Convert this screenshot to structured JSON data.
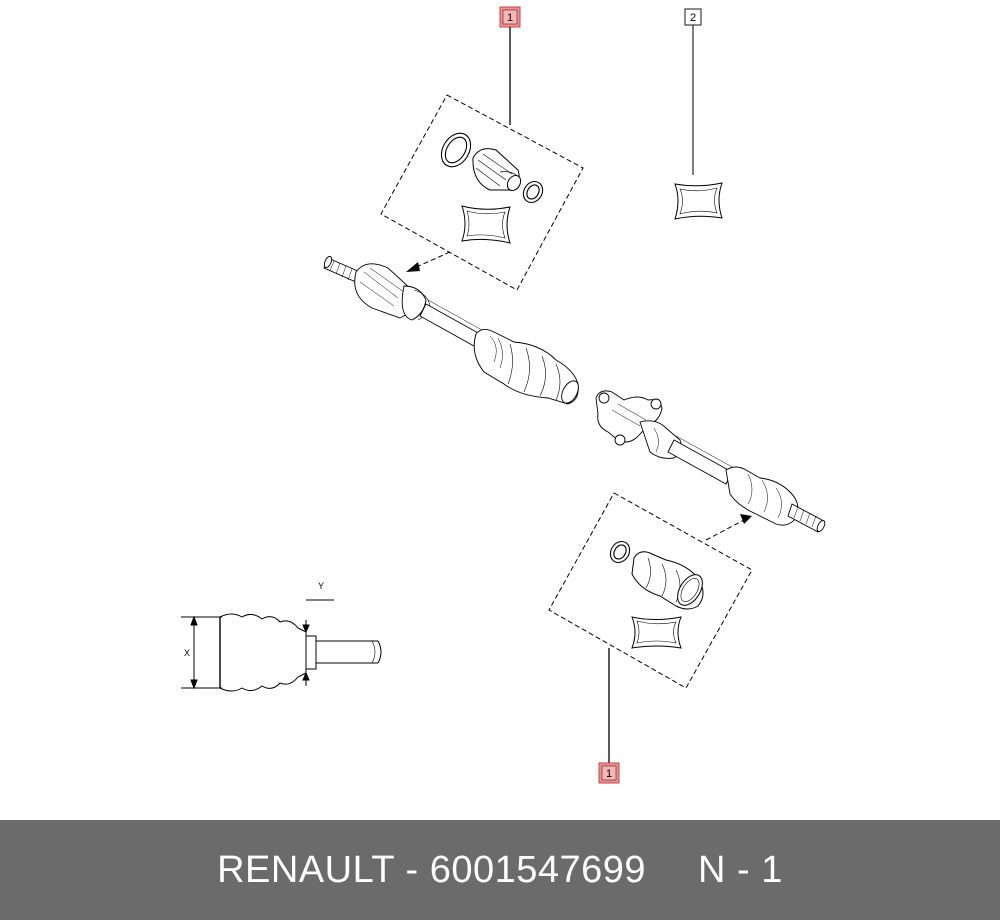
{
  "callouts": [
    {
      "label": "1",
      "highlighted": true
    },
    {
      "label": "2",
      "highlighted": false
    },
    {
      "label": "1",
      "highlighted": true
    }
  ],
  "dimension_labels": {
    "x": "X",
    "y": "Y"
  },
  "footer": {
    "part_text": "RENAULT - 6001547699",
    "page_text": "N - 1"
  },
  "colors": {
    "footer_bg": "#6b6b6b",
    "callout_highlight": "#f08f8f",
    "line": "#000000"
  }
}
